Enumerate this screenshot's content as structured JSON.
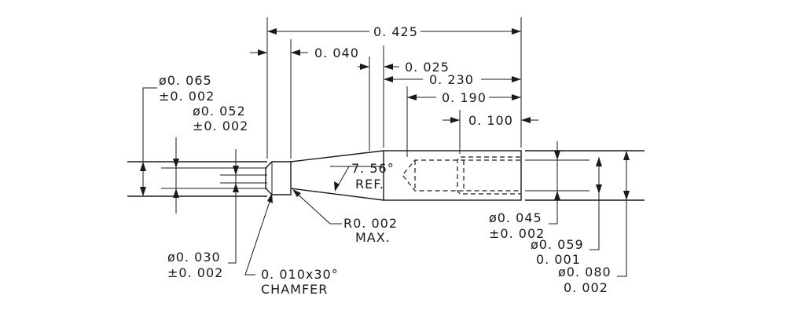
{
  "dimensions": {
    "overall_length": "0. 425",
    "step_length": "0. 040",
    "gap_length": "0. 025",
    "body_length": "0. 230",
    "bore_depth": "0. 190",
    "thread_depth": "0. 100"
  },
  "diameters": {
    "d065_value": "ø0. 065",
    "d065_tol": "±0. 002",
    "d052_value": "ø0. 052",
    "d052_tol": "±0. 002",
    "d030_value": "ø0. 030",
    "d030_tol": "±0. 002",
    "d045_value": "ø0. 045",
    "d045_tol": "±0. 002",
    "d059_value": "ø0. 059",
    "d059_tol": "0. 001",
    "d080_value": "ø0. 080",
    "d080_tol": "0. 002"
  },
  "notes": {
    "angle_value": "7. 56°",
    "angle_ref": "REF.",
    "radius_value": "R0. 002",
    "radius_max": "MAX.",
    "chamfer_value": "0. 010x30°",
    "chamfer_label": "CHAMFER"
  }
}
